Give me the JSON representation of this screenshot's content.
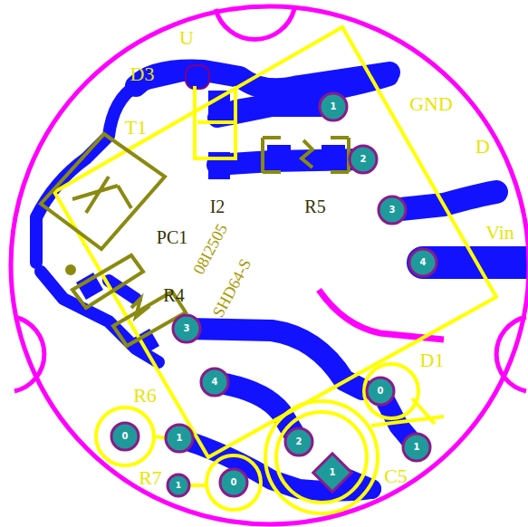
{
  "diagram": {
    "labels": [
      "U",
      "D3",
      "T1",
      "PC1",
      "I2",
      "R5",
      "GND",
      "D",
      "Vin",
      "R4",
      "08I2505",
      "SHD64-S",
      "R6",
      "D1",
      "R7",
      "C5",
      "1",
      "2",
      "3",
      "4",
      "3",
      "4",
      "0",
      "1",
      "0",
      "2",
      "1",
      "0",
      "1",
      "1"
    ]
  }
}
